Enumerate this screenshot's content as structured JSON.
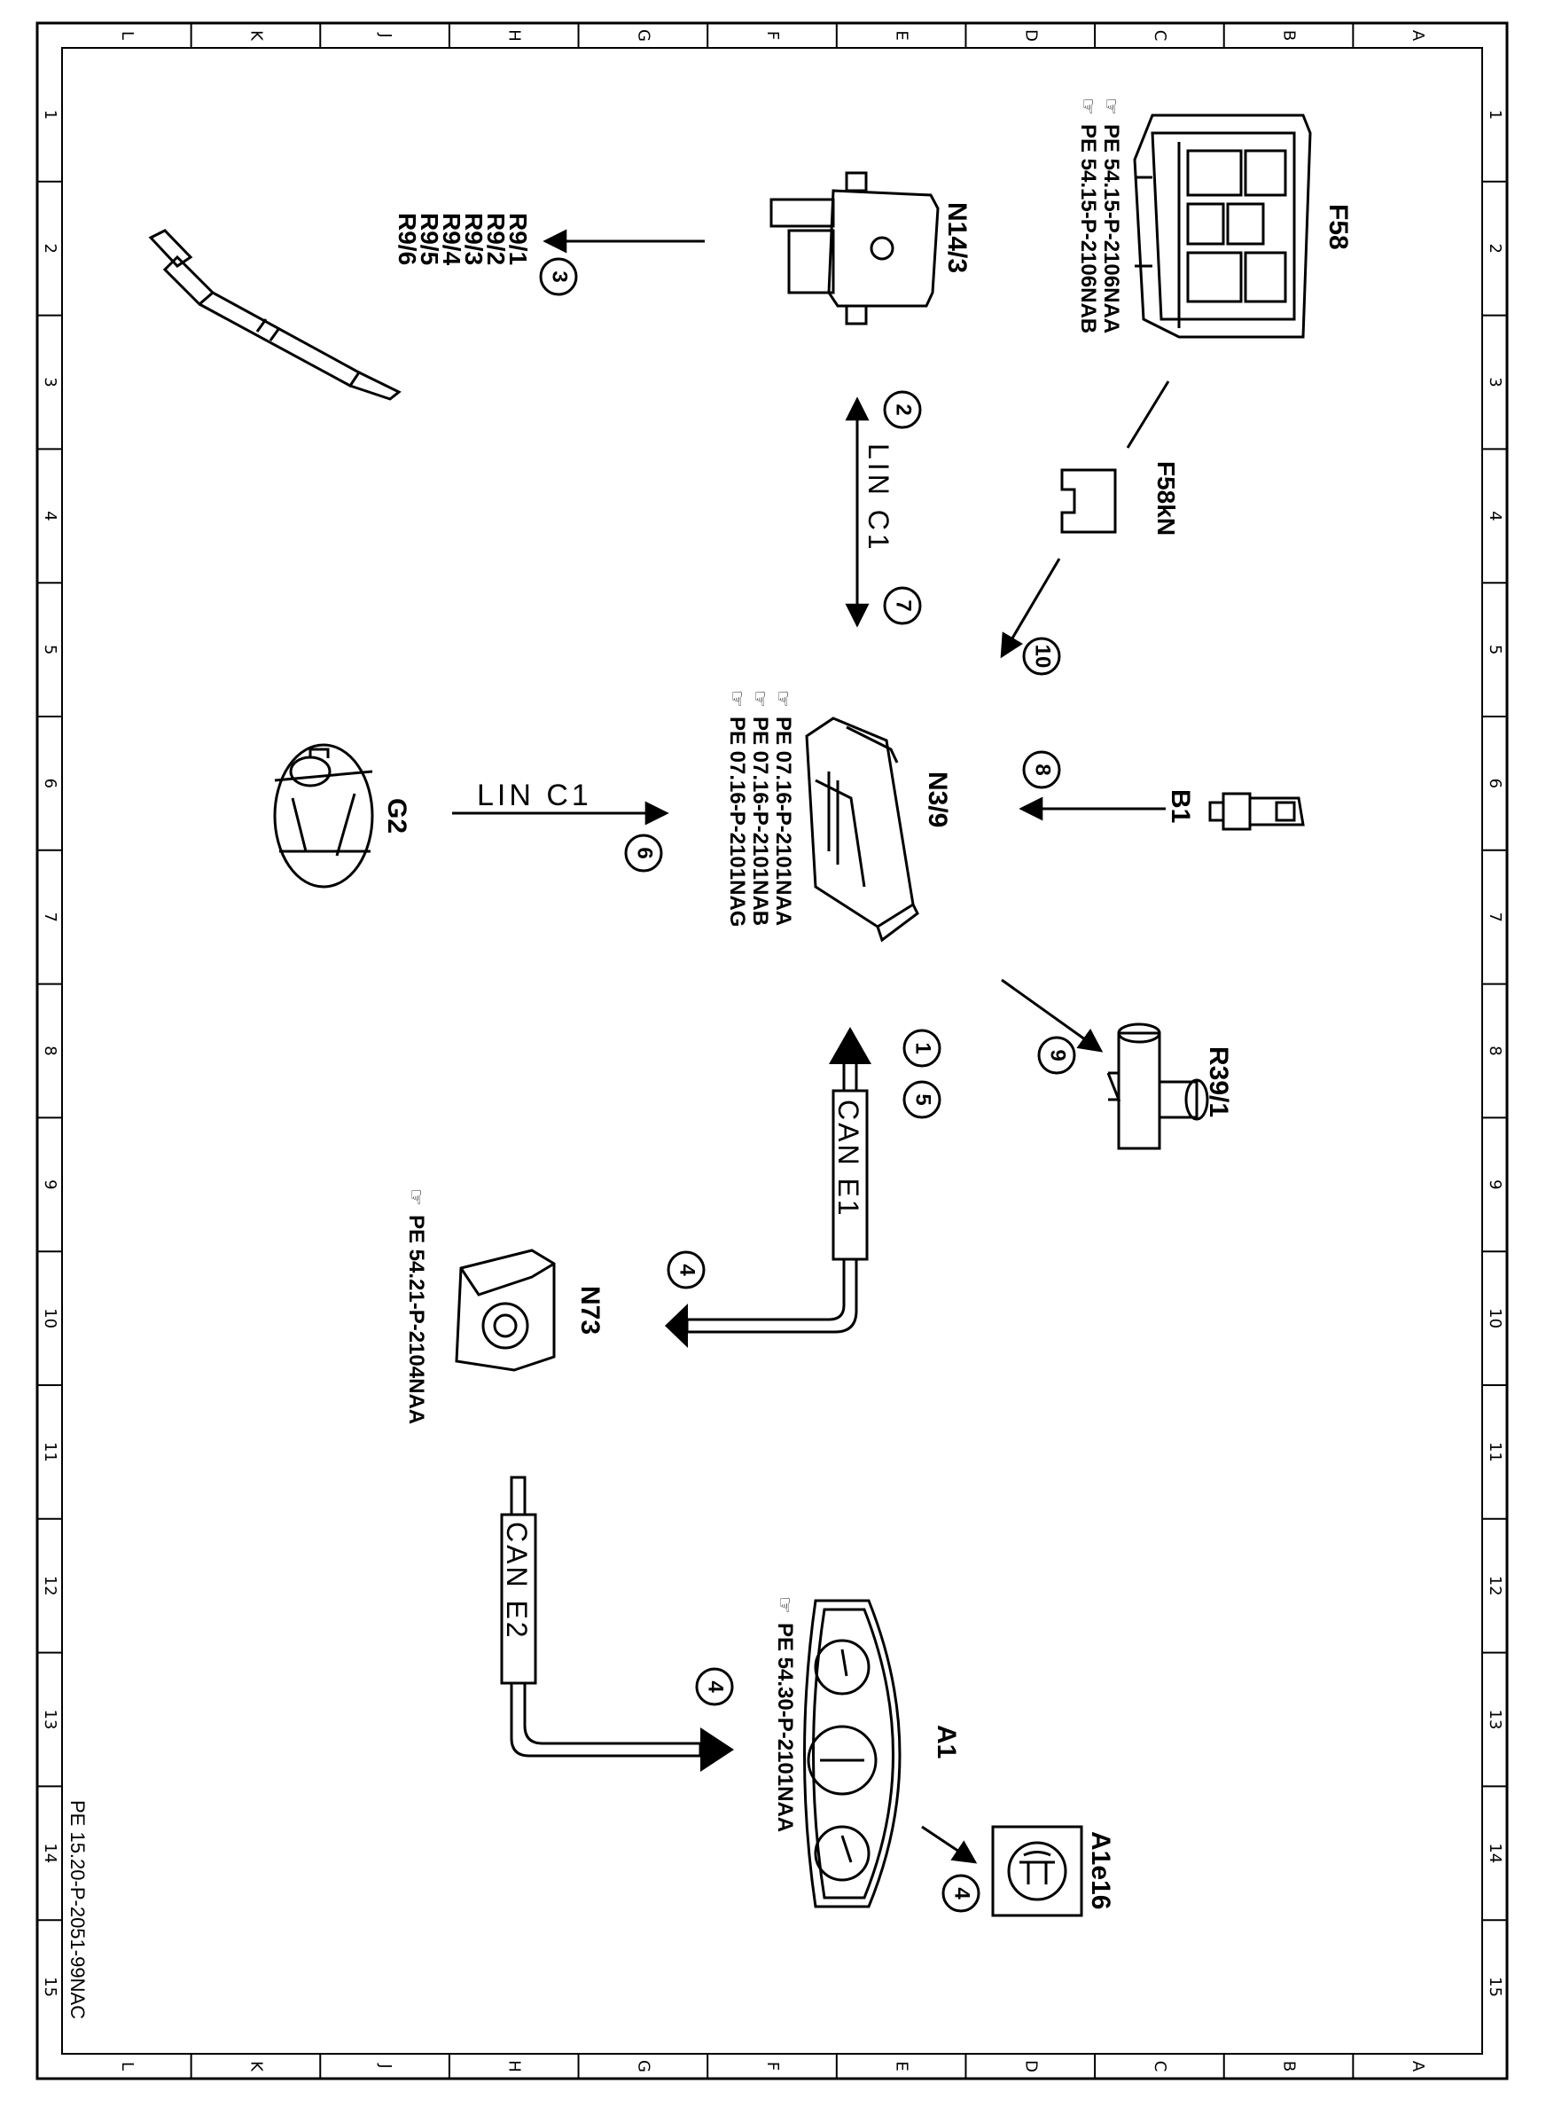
{
  "frame": {
    "columns": [
      "L",
      "K",
      "J",
      "H",
      "G",
      "F",
      "E",
      "D",
      "C",
      "B",
      "A"
    ],
    "rows": [
      "1",
      "2",
      "3",
      "4",
      "5",
      "6",
      "7",
      "8",
      "9",
      "10",
      "11",
      "12",
      "13",
      "14",
      "15"
    ],
    "document_code": "PE 15.20-P-2051-99NAC"
  },
  "components": {
    "f58": {
      "label": "F58",
      "refs": [
        "PE 54.15-P-2106NAA",
        "PE 54.15-P-2106NAB"
      ]
    },
    "f58kn": {
      "label": "F58kN"
    },
    "n14_3": {
      "label": "N14/3"
    },
    "glow_plugs": {
      "labels": [
        "R9/1",
        "R9/2",
        "R9/3",
        "R9/4",
        "R9/5",
        "R9/6"
      ]
    },
    "n3_9": {
      "label": "N3/9",
      "refs": [
        "PE 07.16-P-2101NAA",
        "PE 07.16-P-2101NAB",
        "PE 07.16-P-2101NAG"
      ]
    },
    "g2": {
      "label": "G2"
    },
    "b1": {
      "label": "B1"
    },
    "r39_1": {
      "label": "R39/1"
    },
    "n73": {
      "label": "N73",
      "refs": [
        "PE 54.21-P-2104NAA"
      ]
    },
    "a1": {
      "label": "A1",
      "refs": [
        "PE 54.30-P-2101NAA"
      ]
    },
    "a1e16": {
      "label": "A1e16"
    }
  },
  "connections": {
    "lin_c1_upper": "LIN C1",
    "lin_c1_g2": "LIN C1",
    "can_e1": "CAN E1",
    "can_e2": "CAN E2"
  },
  "markers": {
    "m1": "1",
    "m2": "2",
    "m3": "3",
    "m4a": "4",
    "m4b": "4",
    "m4c": "4",
    "m5": "5",
    "m6": "6",
    "m7": "7",
    "m8": "8",
    "m9": "9",
    "m10": "10"
  }
}
